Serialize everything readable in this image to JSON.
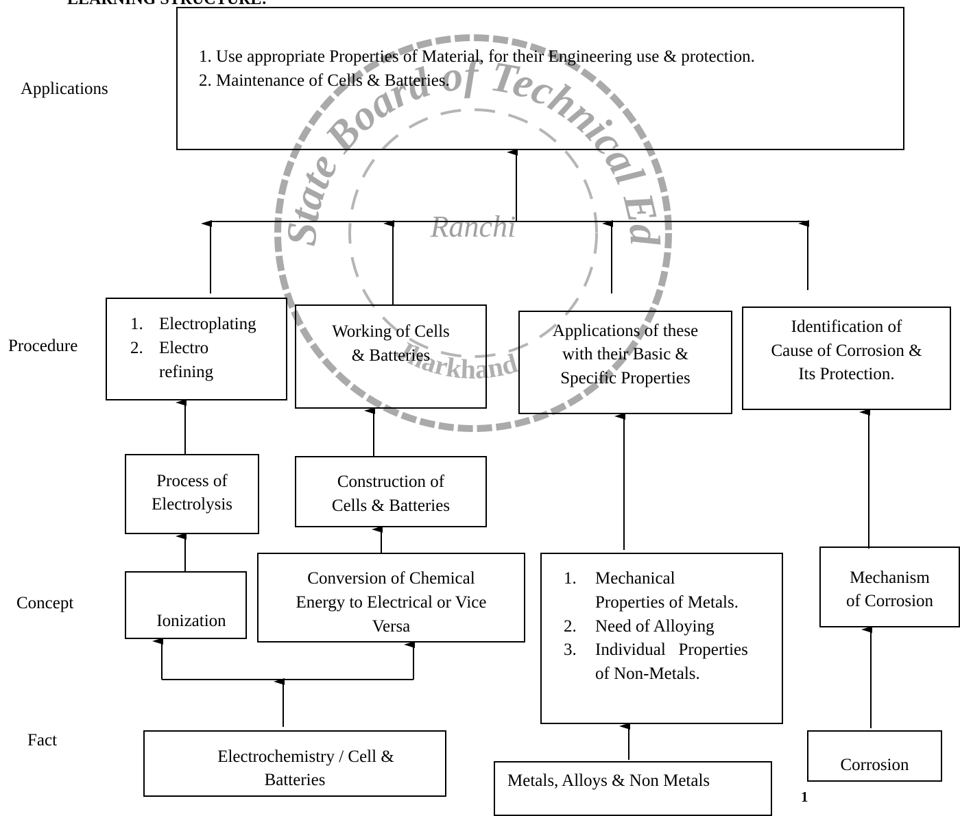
{
  "header": {
    "title": "LEARNING STRUCTURE:"
  },
  "levels": {
    "applications": "Applications",
    "procedure": "Procedure",
    "concept": "Concept",
    "fact": "Fact"
  },
  "applications_box": {
    "items": [
      "1.  Use appropriate Properties of Material, for their Engineering use & protection.",
      "2.  Maintenance of  Cells & Batteries."
    ]
  },
  "procedure": {
    "electro": {
      "n1": "1.",
      "l1": "Electroplating",
      "n2": "2.",
      "l2": "Electro",
      "l3": "refining"
    },
    "working": {
      "l1": "Working of Cells",
      "l2": "& Batteries"
    },
    "applications_props": {
      "l1": "Applications of these",
      "l2": "with their Basic &",
      "l3": "Specific Properties"
    },
    "identification": {
      "l1": "Identification of",
      "l2": "Cause of Corrosion &",
      "l3": "Its Protection."
    }
  },
  "mid": {
    "process": {
      "l1": "Process of",
      "l2": "Electrolysis"
    },
    "construction": {
      "l1": "Construction of",
      "l2": "Cells & Batteries"
    }
  },
  "concept": {
    "ionization": "Ionization",
    "conversion": {
      "l1": "Conversion of Chemical",
      "l2": "Energy to Electrical or Vice",
      "l3": "Versa"
    },
    "mechanical": {
      "n1": "1.",
      "l1a": "Mechanical",
      "l1b": "Properties of Metals.",
      "n2": "2.",
      "l2": "Need of Alloying",
      "n3": "3.",
      "l3a": "Individual   Properties",
      "l3b": "of Non-Metals."
    },
    "mechanism": {
      "l1": "Mechanism",
      "l2": "of Corrosion"
    }
  },
  "fact": {
    "electrochemistry": {
      "l1": "Electrochemistry / Cell &",
      "l2": "Batteries"
    },
    "metals": "Metals, Alloys & Non Metals",
    "corrosion": "Corrosion"
  },
  "watermark": {
    "top": "State Board of Technical Education",
    "center": "Ranchi",
    "bottom": "Jharkhand"
  },
  "page_number": "1",
  "colors": {
    "ink": "#000000",
    "watermark": "#9a9a9a"
  }
}
